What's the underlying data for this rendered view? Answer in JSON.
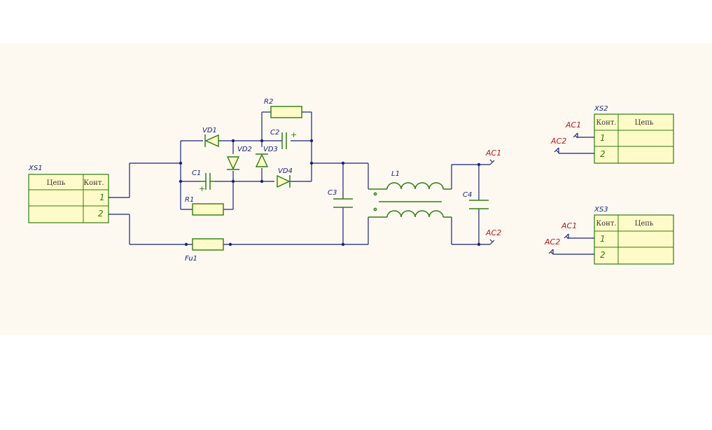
{
  "colors": {
    "paper": "#fdf9f1",
    "wire": "#1a237e",
    "component": "#2e7d0f",
    "component_fill": "#fffbc8",
    "net_label": "#b71c1c",
    "ref_label": "#1a237e"
  },
  "refs": {
    "xs1": "XS1",
    "xs2": "XS2",
    "xs3": "XS3",
    "vd1": "VD1",
    "vd2": "VD2",
    "vd3": "VD3",
    "vd4": "VD4",
    "c1": "C1",
    "c2": "C2",
    "c3": "C3",
    "c4": "C4",
    "r1": "R1",
    "r2": "R2",
    "l1": "L1",
    "fu1": "Fu1"
  },
  "polarity": {
    "c1_plus": "+",
    "c2_plus": "+"
  },
  "connectors": {
    "xs1": {
      "col_net": "Цепь",
      "col_pin": "Конт.",
      "pins": [
        "1",
        "2"
      ]
    },
    "xs2": {
      "col_pin": "Конт.",
      "col_net": "Цепь",
      "pins": [
        "1",
        "2"
      ]
    },
    "xs3": {
      "col_pin": "Конт.",
      "col_net": "Цепь",
      "pins": [
        "1",
        "2"
      ]
    }
  },
  "nets": {
    "main_ac1": "AC1",
    "main_ac2": "AC2",
    "xs2_ac1": "AC1",
    "xs2_ac2": "AC2",
    "xs3_ac1": "AC1",
    "xs3_ac2": "AC2"
  }
}
